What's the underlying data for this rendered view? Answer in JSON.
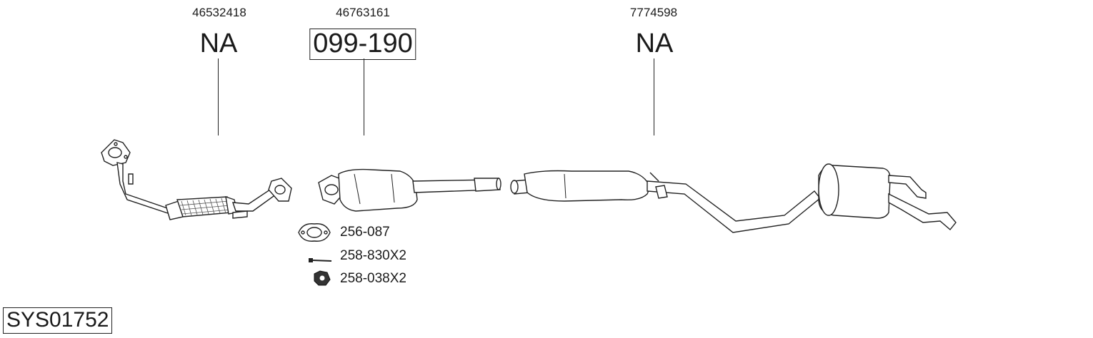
{
  "parts": [
    {
      "oe": "46532418",
      "code": "NA",
      "boxed": false
    },
    {
      "oe": "46763161",
      "code": "099-190",
      "boxed": true
    },
    {
      "oe": "7774598",
      "code": "NA",
      "boxed": false
    }
  ],
  "accessories": [
    {
      "code": "256-087",
      "icon": "gasket-icon"
    },
    {
      "code": "258-830X2",
      "icon": "bolt-icon"
    },
    {
      "code": "258-038X2",
      "icon": "nut-icon"
    }
  ],
  "system_id": "SYS01752"
}
